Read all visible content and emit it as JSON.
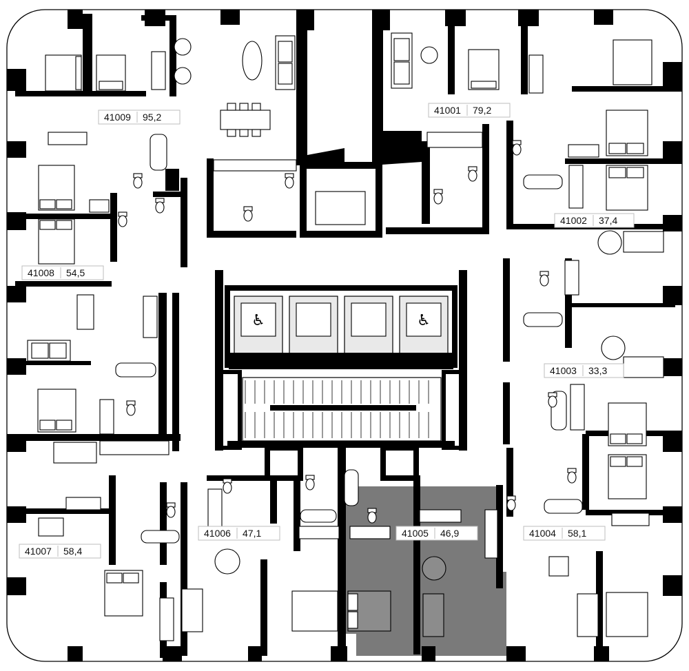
{
  "colors": {
    "wall": "#000000",
    "background": "#ffffff",
    "highlight_unit": "#7a7a7a",
    "label_border": "#bdbdbd"
  },
  "units": [
    {
      "id": "41009",
      "area": "95,2"
    },
    {
      "id": "41001",
      "area": "79,2"
    },
    {
      "id": "41002",
      "area": "37,4"
    },
    {
      "id": "41008",
      "area": "54,5"
    },
    {
      "id": "41003",
      "area": "33,3"
    },
    {
      "id": "41006",
      "area": "47,1"
    },
    {
      "id": "41005",
      "area": "46,9",
      "highlighted": true
    },
    {
      "id": "41004",
      "area": "58,1"
    },
    {
      "id": "41007",
      "area": "58,4"
    }
  ],
  "icons": [
    "wheelchair-icon",
    "bed-icon",
    "sofa-icon",
    "dining-table-icon",
    "toilet-icon",
    "bathtub-icon",
    "sink-icon",
    "stove-icon",
    "wardrobe-icon",
    "elevator-icon",
    "staircase-icon"
  ]
}
